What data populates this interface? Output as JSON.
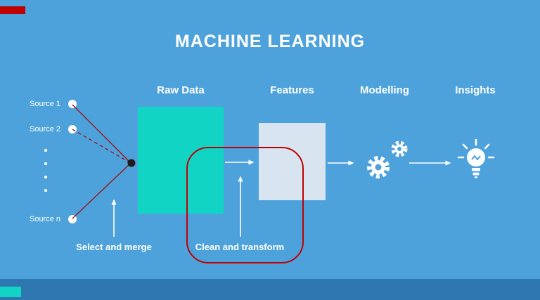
{
  "title": "MACHINE LEARNING",
  "columns": {
    "raw_data": "Raw Data",
    "features": "Features",
    "modelling": "Modelling",
    "insights": "Insights"
  },
  "sources": {
    "s1": "Source 1",
    "s2": "Source 2",
    "sn": "Source n"
  },
  "annotations": {
    "select_merge": "Select and merge",
    "clean_transform": "Clean and transform"
  },
  "icons": {
    "modelling": "gears-icon",
    "insights": "lightbulb-icon"
  },
  "colors": {
    "background": "#4EA2DB",
    "raw_data_box": "#12D4C4",
    "features_box": "#D9E4F1",
    "red_lines": "#9E0E0E",
    "red_outline": "#C00000",
    "footer_bar": "#2F77B0",
    "text": "#FFFFFF"
  }
}
